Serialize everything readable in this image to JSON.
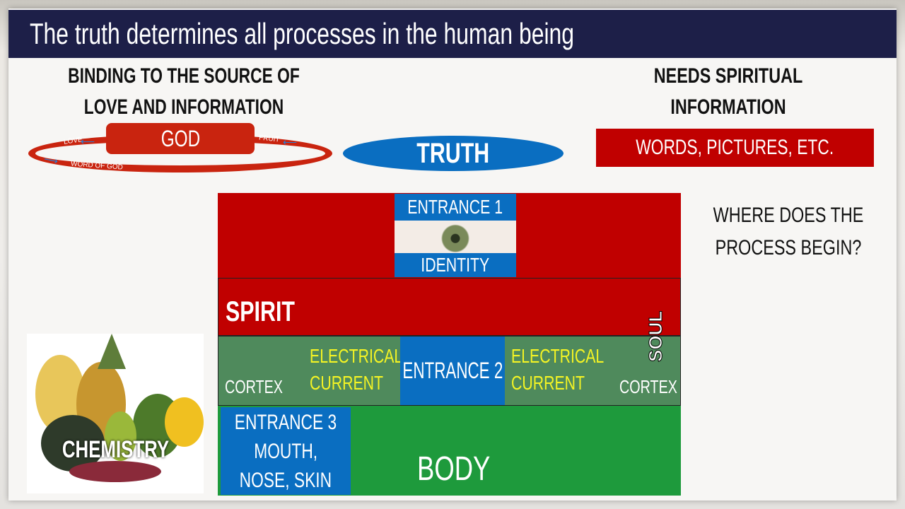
{
  "title": "The truth determines all processes in the human being",
  "left_heading": "BINDING TO THE SOURCE OF LOVE AND INFORMATION",
  "cycle": {
    "center": "GOD",
    "love": "LOVE",
    "fruit": "FRUIT",
    "word": "WORD OF GOD"
  },
  "truth": "TRUTH",
  "right_heading": "NEEDS SPIRITUAL INFORMATION",
  "words_box": "WORDS, PICTURES, ETC.",
  "question": "WHERE DOES THE PROCESS BEGIN?",
  "entrance1": {
    "label": "ENTRANCE 1",
    "sub": "IDENTITY"
  },
  "spirit": "SPIRIT",
  "soul": "SOUL",
  "soul_row": {
    "cortex_left": "CORTEX",
    "current_left_1": "ELECTRICAL",
    "current_left_2": "CURRENT",
    "entrance2": "ENTRANCE 2",
    "current_right_1": "ELECTRICAL",
    "current_right_2": "CURRENT",
    "cortex_right": "CORTEX"
  },
  "entrance3": {
    "label": "ENTRANCE 3",
    "line2": "MOUTH,",
    "line3": "NOSE, SKIN"
  },
  "body": "BODY",
  "chemistry": "CHEMISTRY",
  "colors": {
    "red": "#c00000",
    "blue": "#0a6ec1",
    "green": "#1e9a3c",
    "navy": "#1d1f48"
  }
}
